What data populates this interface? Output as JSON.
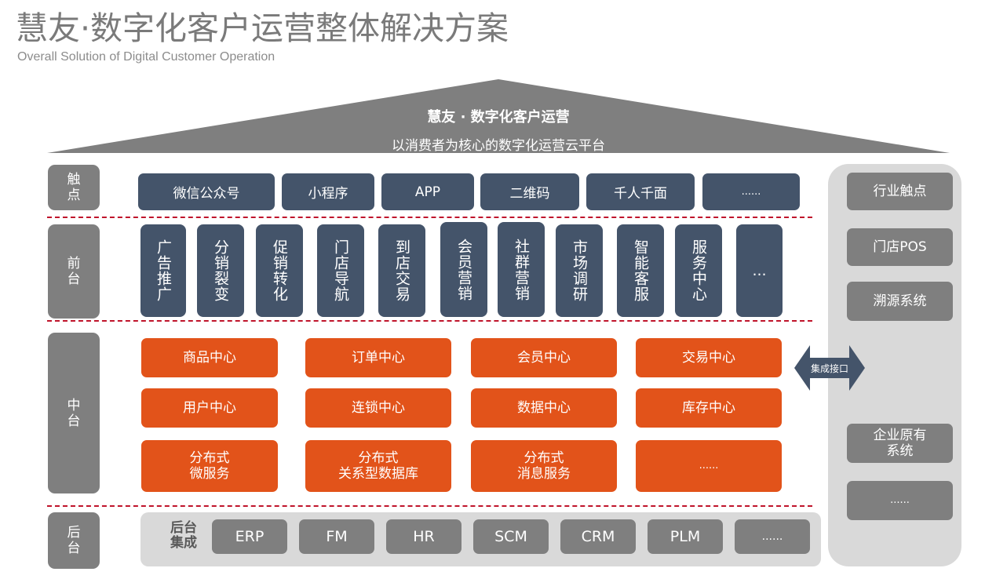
{
  "header": {
    "title": "慧友·数字化客户运营整体解决方案",
    "subtitle": "Overall Solution of Digital Customer Operation"
  },
  "roof": {
    "title": "慧友 · 数字化客户运营",
    "subtitle": "以消费者为核心的数字化运营云平台"
  },
  "layers": {
    "touch": {
      "label": "触点"
    },
    "front": {
      "label": "前台"
    },
    "middle": {
      "label": "中台"
    },
    "back": {
      "label": "后台"
    }
  },
  "touchpoints": [
    "微信公众号",
    "小程序",
    "APP",
    "二维码",
    "千人千面",
    "......"
  ],
  "front_modules": [
    "广告推广",
    "分销裂变",
    "促销转化",
    "门店导航",
    "到店交易",
    "会员营销",
    "社群营销",
    "市场调研",
    "智能客服",
    "服务中心",
    "..."
  ],
  "middle_modules": [
    [
      "商品中心",
      "订单中心",
      "会员中心",
      "交易中心"
    ],
    [
      "用户中心",
      "连锁中心",
      "数据中心",
      "库存中心"
    ],
    [
      {
        "line1": "分布式",
        "line2": "微服务"
      },
      {
        "line1": "分布式",
        "line2": "关系型数据库"
      },
      {
        "line1": "分布式",
        "line2": "消息服务"
      },
      {
        "line1": "......",
        "line2": ""
      }
    ]
  ],
  "backend": {
    "integration_label_line1": "后台",
    "integration_label_line2": "集成",
    "systems": [
      "ERP",
      "FM",
      "HR",
      "SCM",
      "CRM",
      "PLM",
      "......"
    ]
  },
  "integration_arrow": {
    "label": "集成接口",
    "icon": "double-arrow-icon"
  },
  "side_panel": {
    "items": [
      {
        "line1": "行业触点",
        "line2": ""
      },
      {
        "line1": "门店POS",
        "line2": ""
      },
      {
        "line1": "溯源系统",
        "line2": ""
      },
      {
        "line1": "企业原有",
        "line2": "系统"
      },
      {
        "line1": "......",
        "line2": ""
      }
    ]
  },
  "colors": {
    "navy": "#44546a",
    "orange": "#e2531a",
    "gray_dark": "#7f7f7f",
    "gray_light": "#d9d9d9",
    "divider_red": "#c0142b",
    "title_gray": "#7a7a7a"
  }
}
